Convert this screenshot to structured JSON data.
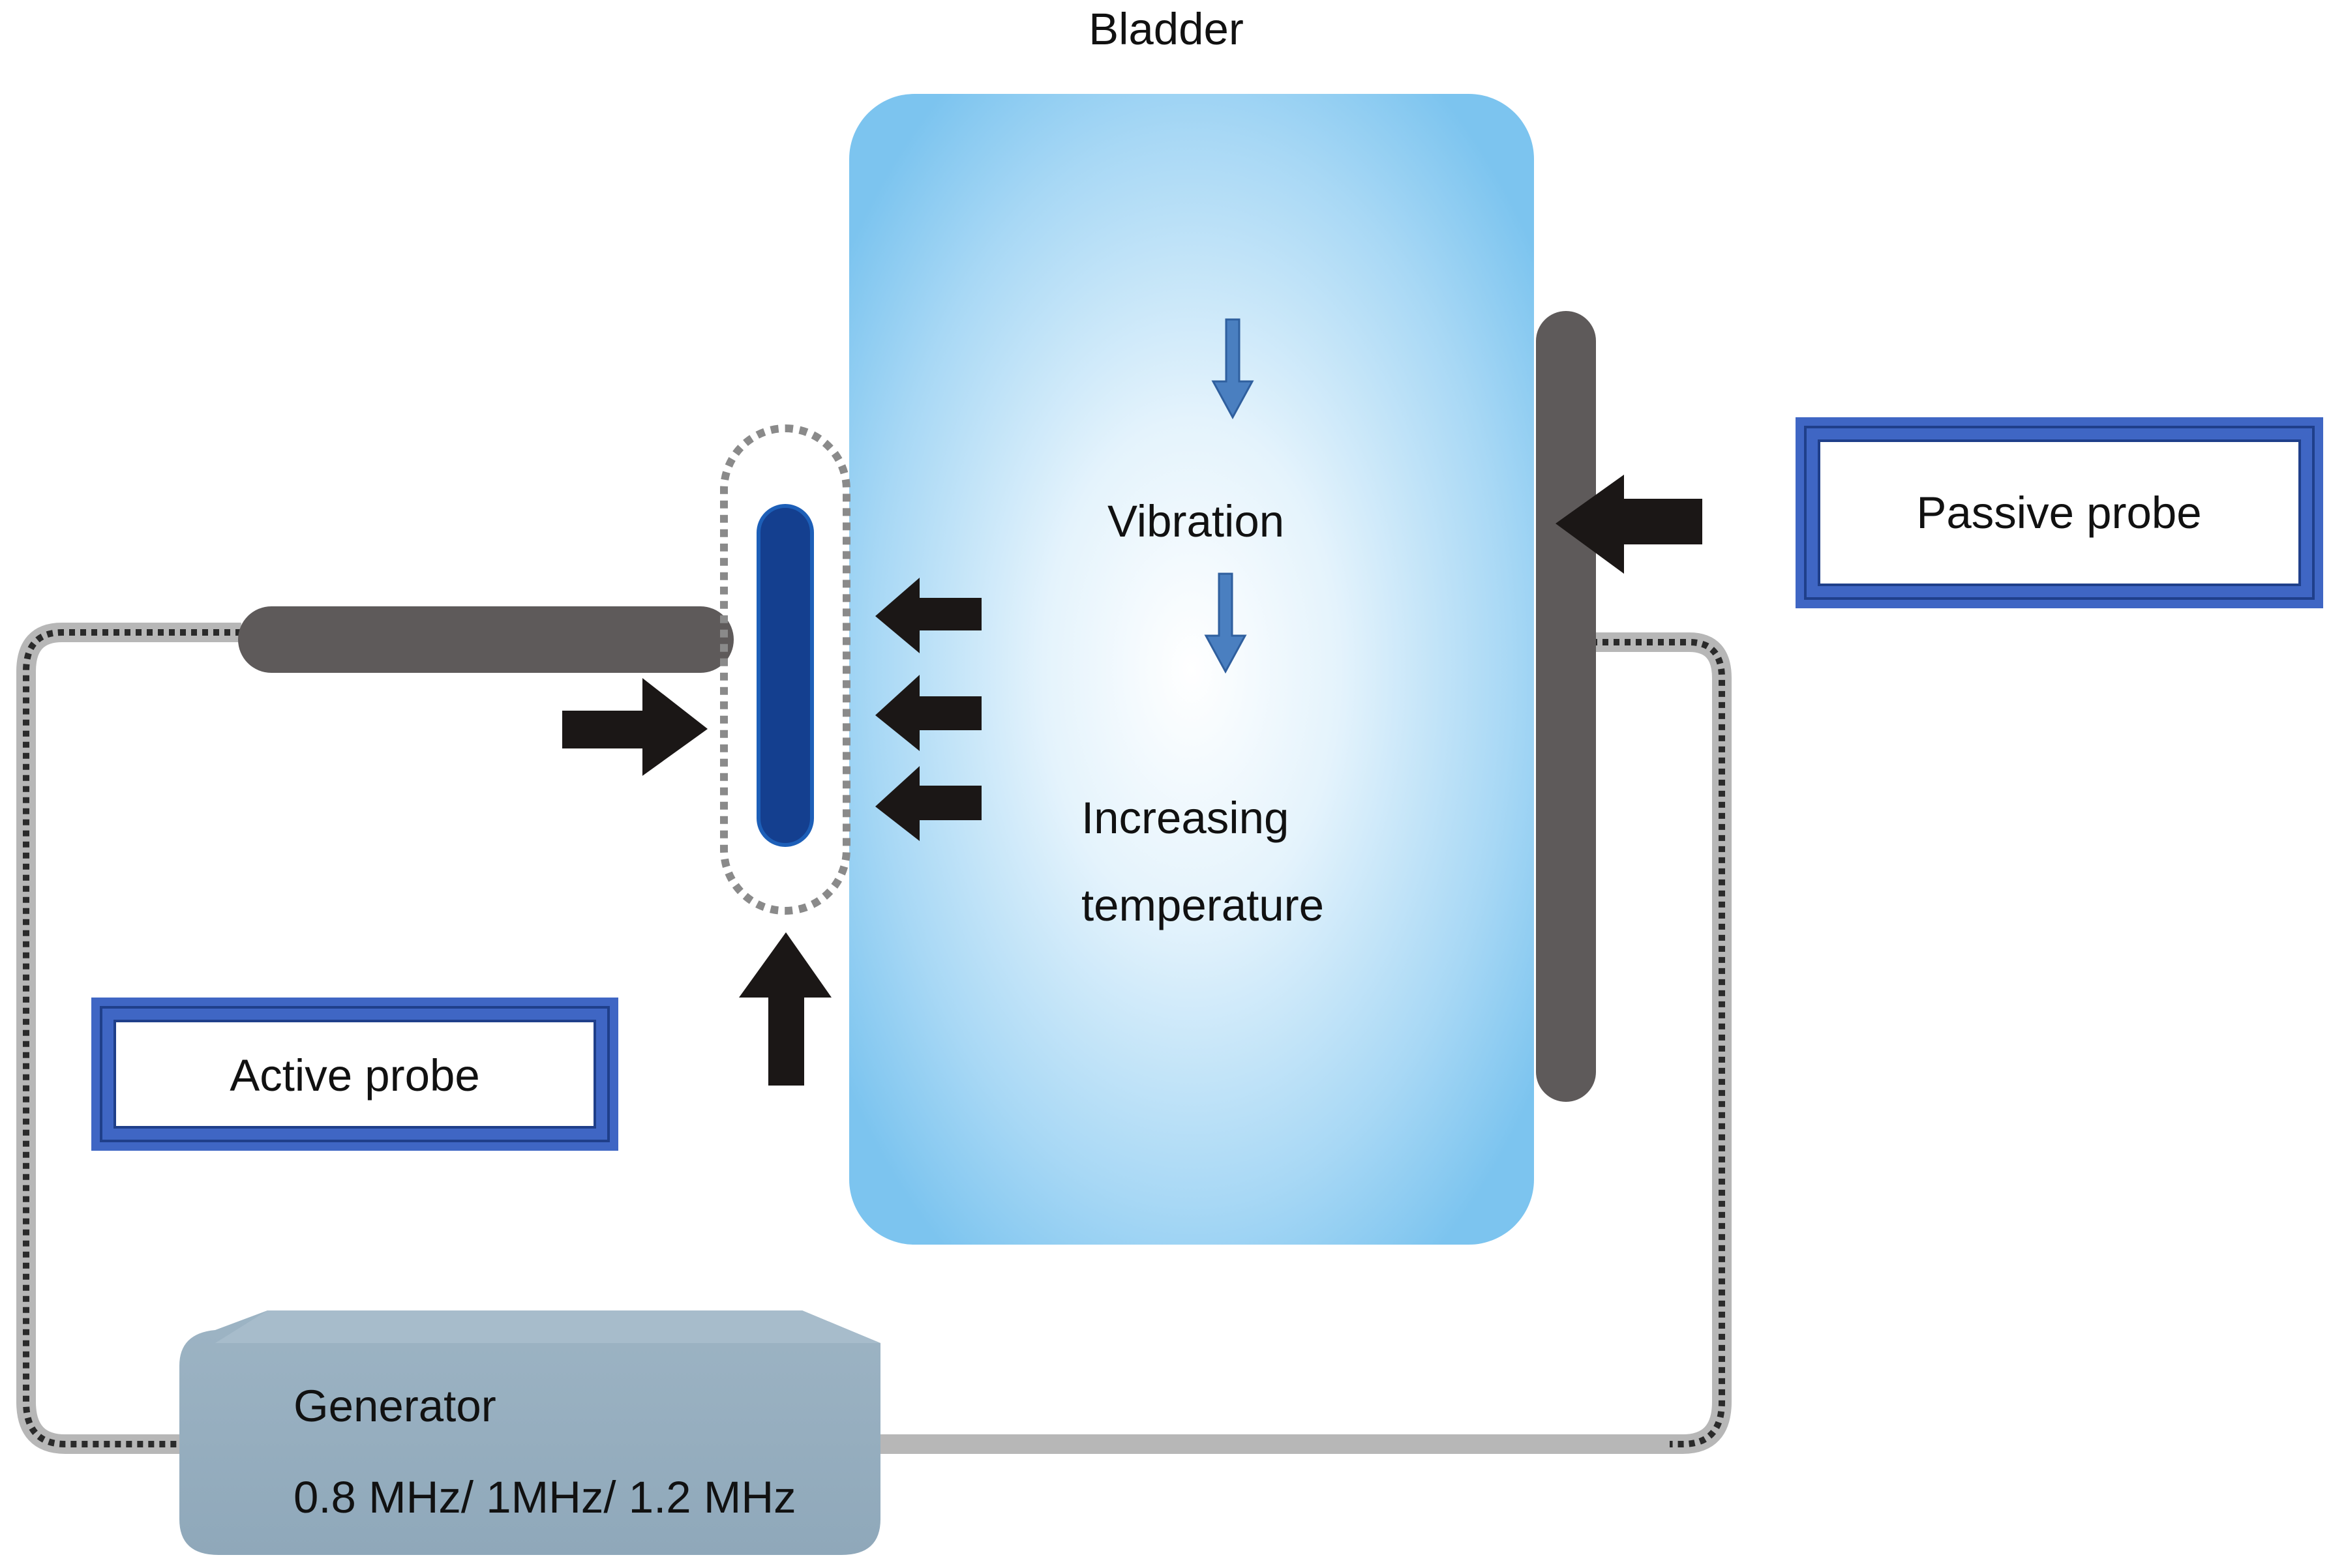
{
  "labels": {
    "bladder": "Bladder",
    "vibration": "Vibration",
    "increasing_line1": "Increasing",
    "increasing_line2": "temperature",
    "passive_probe": "Passive probe",
    "active_probe": "Active probe",
    "generator": "Generator",
    "frequencies": "0.8 MHz/ 1MHz/ 1.2 MHz"
  },
  "colors": {
    "bladder_center": "#ffffff",
    "bladder_edge": "#7cc4ef",
    "probe_dark": "#5e5a5a",
    "active_electrode": "#143f8f",
    "label_border": "#3f66c4",
    "generator_body": "#96aebf",
    "cable_light": "#b7b7b7",
    "cable_dots": "#2a2a2a",
    "arrow": "#1b1716",
    "flow_arrow": "#4a7fc0"
  }
}
